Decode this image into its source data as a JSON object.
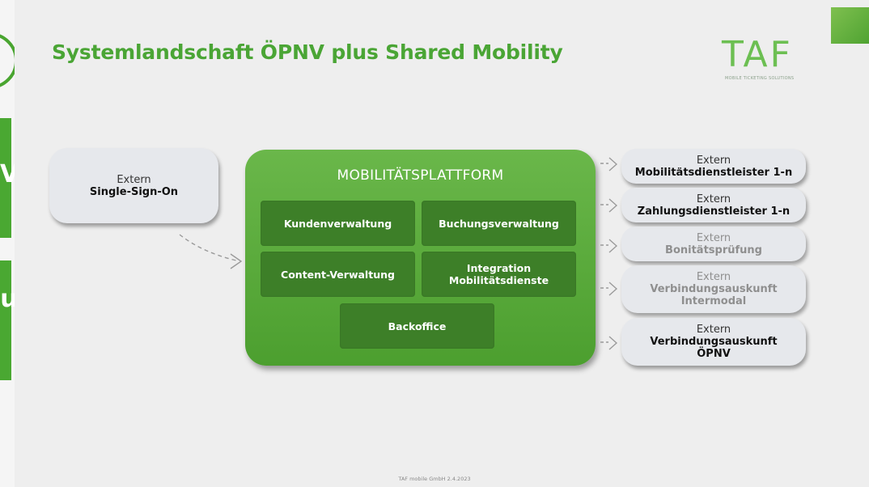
{
  "header": {
    "title": "Systemlandschaft ÖPNV plus Shared Mobility"
  },
  "logo": {
    "text": "TAF",
    "tagline": "MOBILE TICKETING SOLUTIONS",
    "color": "#6cbf52"
  },
  "left_panel": {
    "fragment_1": "V",
    "fragment_2": "lu"
  },
  "sso": {
    "label": "Extern",
    "name": "Single-Sign-On"
  },
  "platform": {
    "title": "MOBILITÄTSPLATTFORM",
    "modules": [
      {
        "line1": "Kundenverwaltung",
        "line2": ""
      },
      {
        "line1": "Buchungsverwaltung",
        "line2": ""
      },
      {
        "line1": "Content-Verwaltung",
        "line2": ""
      },
      {
        "line1": "Integration",
        "line2": "Mobilitätsdienste"
      },
      {
        "line1": "Backoffice",
        "line2": ""
      }
    ]
  },
  "externals": [
    {
      "label": "Extern",
      "name": "Mobilitätsdienstleister 1-n",
      "name2": "",
      "faded": false
    },
    {
      "label": "Extern",
      "name": "Zahlungsdienstleister 1-n",
      "name2": "",
      "faded": false
    },
    {
      "label": "Extern",
      "name": "Bonitätsprüfung",
      "name2": "",
      "faded": true
    },
    {
      "label": "Extern",
      "name": "Verbindungsauskunft",
      "name2": "Intermodal",
      "faded": true
    },
    {
      "label": "Extern",
      "name": "Verbindungsauskunft",
      "name2": "ÖPNV",
      "faded": false
    }
  ],
  "footer": {
    "text": "TAF mobile GmbH 2.4.2023"
  },
  "colors": {
    "brand_green": "#4aa535",
    "platform_green": "#5aab3c",
    "module_green": "#3d7f28",
    "external_box": "#e6e8ec"
  }
}
